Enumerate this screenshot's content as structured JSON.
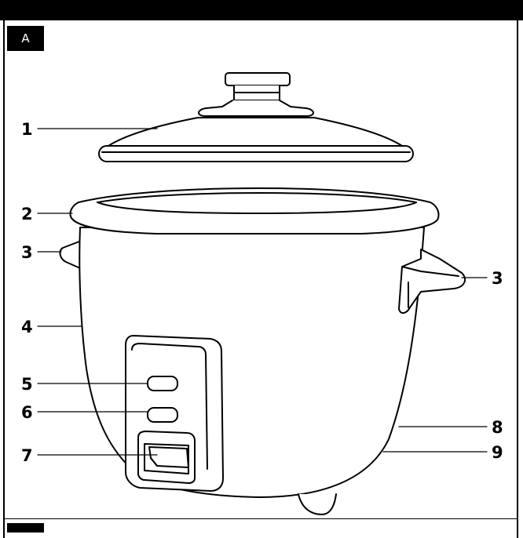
{
  "figure": {
    "section_label": "A"
  },
  "callouts": [
    {
      "id": "c1",
      "label": "1"
    },
    {
      "id": "c2",
      "label": "2"
    },
    {
      "id": "c3l",
      "label": "3"
    },
    {
      "id": "c3r",
      "label": "3"
    },
    {
      "id": "c4",
      "label": "4"
    },
    {
      "id": "c5",
      "label": "5"
    },
    {
      "id": "c6",
      "label": "6"
    },
    {
      "id": "c7",
      "label": "7"
    },
    {
      "id": "c8",
      "label": "8"
    },
    {
      "id": "c9",
      "label": "9"
    }
  ],
  "colors": {
    "ink": "#000000",
    "paper": "#ffffff"
  }
}
